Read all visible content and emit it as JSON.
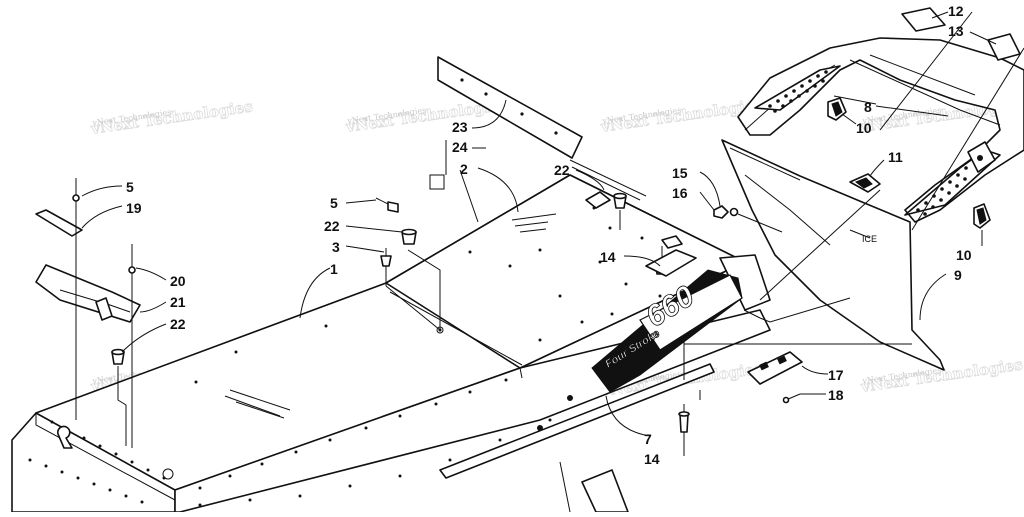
{
  "diagram": {
    "watermark": "vNext Technologies",
    "decal_text": {
      "model": "660",
      "engine": "Four Stroke"
    },
    "callouts": [
      {
        "id": "c1",
        "label": "1"
      },
      {
        "id": "c2",
        "label": "2"
      },
      {
        "id": "c3",
        "label": "3"
      },
      {
        "id": "c5a",
        "label": "5"
      },
      {
        "id": "c5b",
        "label": "5"
      },
      {
        "id": "c7",
        "label": "7"
      },
      {
        "id": "c8",
        "label": "8"
      },
      {
        "id": "c9",
        "label": "9"
      },
      {
        "id": "c10a",
        "label": "10"
      },
      {
        "id": "c10b",
        "label": "10"
      },
      {
        "id": "c11",
        "label": "11"
      },
      {
        "id": "c12",
        "label": "12"
      },
      {
        "id": "c13",
        "label": "13"
      },
      {
        "id": "c14a",
        "label": "14"
      },
      {
        "id": "c14b",
        "label": "14"
      },
      {
        "id": "c15",
        "label": "15"
      },
      {
        "id": "c16",
        "label": "16"
      },
      {
        "id": "c17",
        "label": "17"
      },
      {
        "id": "c18",
        "label": "18"
      },
      {
        "id": "c19",
        "label": "19"
      },
      {
        "id": "c20",
        "label": "20"
      },
      {
        "id": "c21",
        "label": "21"
      },
      {
        "id": "c22a",
        "label": "22"
      },
      {
        "id": "c22b",
        "label": "22"
      },
      {
        "id": "c22c",
        "label": "22"
      },
      {
        "id": "c23",
        "label": "23"
      },
      {
        "id": "c24",
        "label": "24"
      }
    ]
  }
}
